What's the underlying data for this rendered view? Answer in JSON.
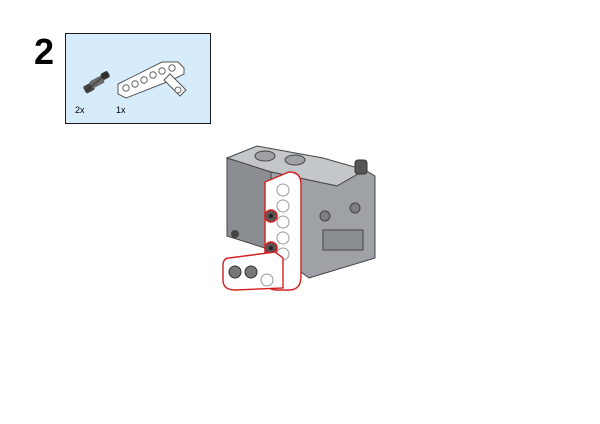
{
  "step": {
    "number": "2"
  },
  "parts_list": {
    "items": [
      {
        "part": "pin-icon",
        "quantity": "2x"
      },
      {
        "part": "l-beam-icon",
        "quantity": "1x"
      }
    ]
  },
  "colors": {
    "callout_background": "#d6ecfa",
    "new_part_highlight": "#d42020",
    "motor_gray": "#8a8d91",
    "beam_white": "#ffffff"
  }
}
